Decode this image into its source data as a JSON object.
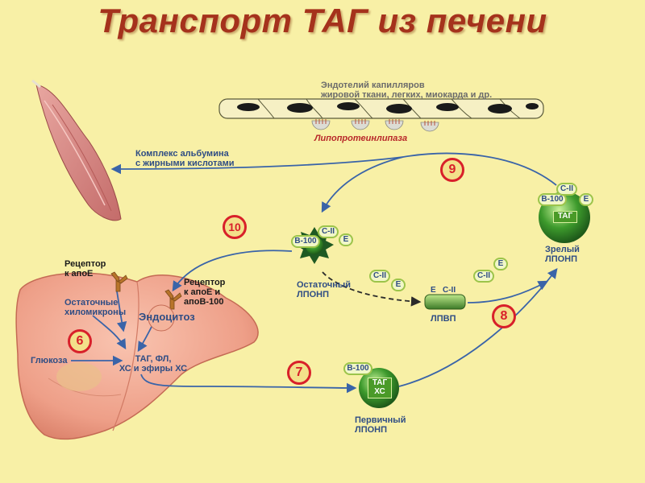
{
  "title": "Транспорт ТАГ из печени",
  "labels": {
    "endothelium": "Эндотелий капилляров\nжировой ткани, легких, миокарда  и др.",
    "lipase": "Липопротеинлипаза",
    "albumin": "Комплекс альбумина\nс жирными кислотами",
    "receptor_apoe": "Рецептор\nк апоЕ",
    "receptor_apoe_b100": "Рецептор\nк апоЕ и\nапоВ-100",
    "residual_chylo": "Остаточные\nхиломикроны",
    "endocytosis": "Эндоцитоз",
    "glucose": "Глюкоза",
    "liver_products": "ТАГ, ФЛ,\nХС и эфиры ХС",
    "residual_vldl": "Остаточный\nЛПОНП",
    "hdl": "ЛПВП",
    "mature_vldl": "Зрелый\nЛПОНП",
    "primary_vldl": "Первичный\nЛПОНП"
  },
  "apo": {
    "b100": "В-100",
    "c2": "С-II",
    "e": "Е",
    "hdl_tags": "Е   С-II"
  },
  "particles": {
    "mature_core": "ТАГ",
    "primary_core": "ТАГ\nХС"
  },
  "steps": {
    "s6": "6",
    "s7": "7",
    "s8": "8",
    "s9": "9",
    "s10": "10"
  },
  "colors": {
    "background": "#f8f0a6",
    "title": "#a5321c",
    "arrow": "#3a64a8",
    "liver": "#f0a890",
    "badge": "#d8202a",
    "particle_green": "#2f8a2a"
  }
}
